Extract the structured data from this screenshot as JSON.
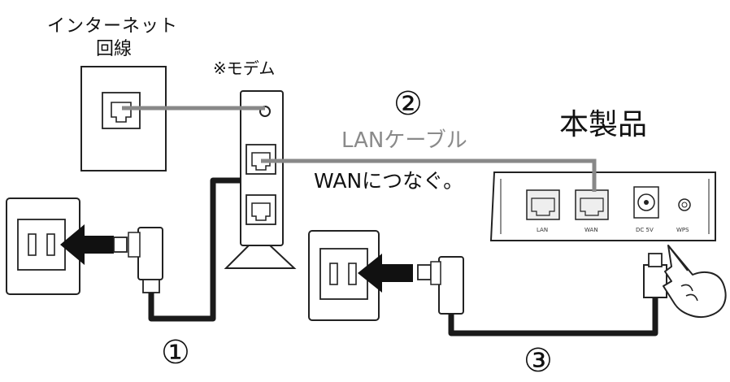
{
  "labels": {
    "internet_line_1": "インターネット",
    "internet_line_2": "回線",
    "modem": "※モデム",
    "step2": "②",
    "lan_cable": "LANケーブル",
    "connect_wan": "WANにつなぐ。",
    "product": "本製品",
    "step1": "①",
    "step3": "③"
  },
  "router_ports": {
    "lan": "LAN",
    "wan": "WAN",
    "dc": "DC 5V",
    "wps": "WPS"
  },
  "colors": {
    "cable_dark": "#1a1a1a",
    "cable_gray": "#888888",
    "line": "#222222",
    "port_fill": "#eeeeee"
  }
}
